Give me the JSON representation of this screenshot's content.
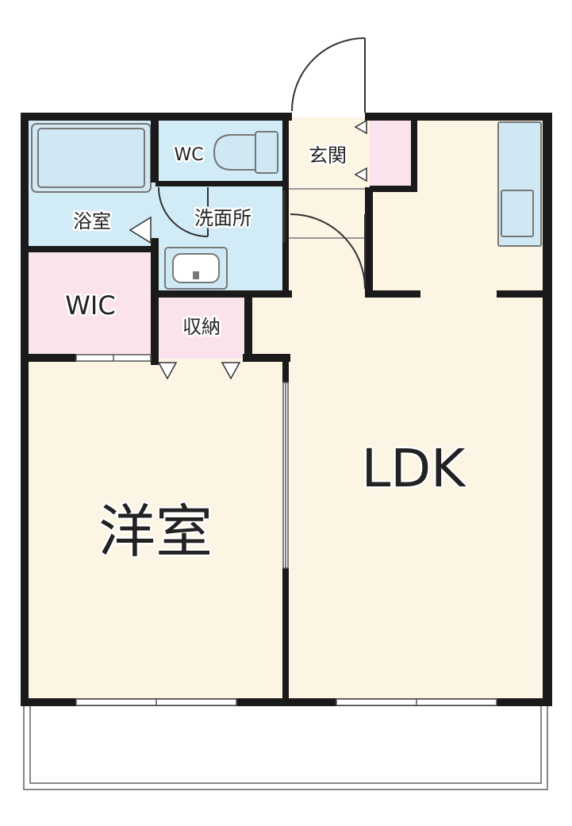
{
  "rooms": {
    "bath": "浴室",
    "wc": "WC",
    "washroom": "洗面所",
    "entrance": "玄関",
    "wic": "WIC",
    "storage": "収納",
    "western_room": "洋室",
    "ldk": "LDK"
  },
  "colors": {
    "wall": "#1a1a1a",
    "floor_cream": "#fdf5e3",
    "wet_blue": "#d2ecf7",
    "storage_pink": "#fbe3ee",
    "fixture_blue": "#cfe8f3",
    "line_gray": "#888888"
  }
}
